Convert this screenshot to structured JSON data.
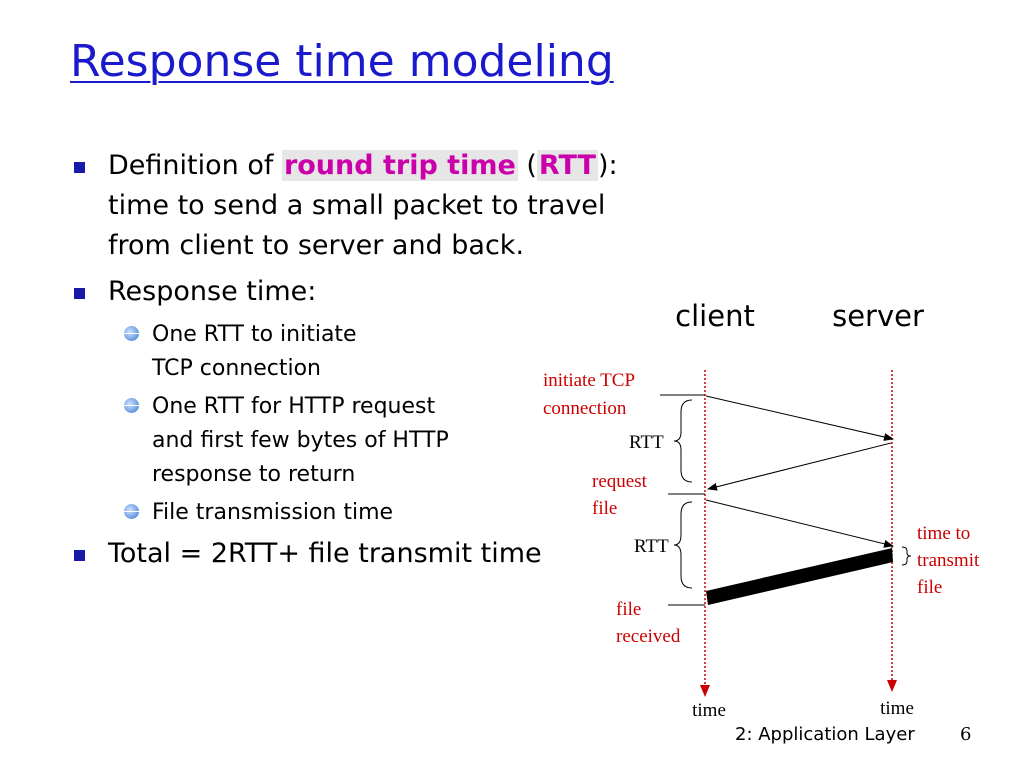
{
  "slide": {
    "title": "Response time modeling",
    "footer": "2: Application Layer",
    "page_number": "6"
  },
  "bullets": {
    "b1_prefix": "Definition of ",
    "b1_highlight1": "round trip time",
    "b1_middle": " (",
    "b1_highlight2": "RTT",
    "b1_suffix": "):",
    "b1_line2": "time to send a small packet to travel",
    "b1_line3": "from client to server and back.",
    "b2": "Response time:",
    "sub": [
      {
        "line1": "One RTT to initiate",
        "line2": "TCP connection"
      },
      {
        "line1": "One RTT for HTTP request",
        "line2": "and first few bytes of HTTP",
        "line3": "response to return"
      },
      {
        "line1": "File transmission time"
      }
    ],
    "b3": "Total = 2RTT+ file transmit time"
  },
  "diagram": {
    "client_label": "client",
    "server_label": "server",
    "initiate_line1": "initiate TCP",
    "initiate_line2": "connection",
    "rtt_label_1": "RTT",
    "request_line1": "request",
    "request_line2": "file",
    "rtt_label_2": "RTT",
    "transmit_line1": "time to",
    "transmit_line2": "transmit",
    "transmit_line3": "file",
    "received_line1": "file",
    "received_line2": "received",
    "time_label_client": "time",
    "time_label_server": "time",
    "colors": {
      "annotation": "#cc0000",
      "timeline": "#cc0000",
      "title": "#1a1acc",
      "highlight": "#cc00aa"
    }
  }
}
